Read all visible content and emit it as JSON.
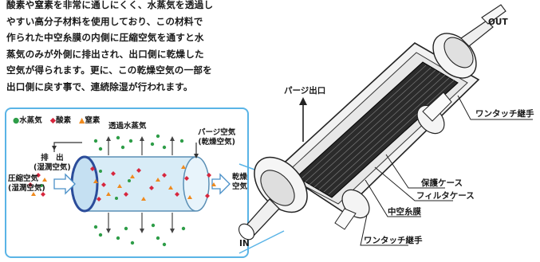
{
  "paragraph": [
    "酸素や窒素を非常に通しにくく、水蒸気を透過し",
    "やすい高分子材料を使用しており、この材料で",
    "作られた中空糸膜の内側に圧縮空気を通すと水",
    "蒸気のみが外側に排出され、出口側に乾燥した",
    "空気が得られます。更に、この乾燥空気の一部を",
    "出口側に戻す事で、連続除湿が行われます。"
  ],
  "legend": {
    "vapor_symbol": "●",
    "vapor": "水蒸気",
    "oxygen_symbol": "◆",
    "oxygen": "酸素",
    "nitrogen_symbol": "▲",
    "nitrogen": "窒素"
  },
  "inset": {
    "exhaust": "排　出",
    "exhaust_sub": "(湿潤空気)",
    "permeated": "透過水蒸気",
    "purge": "パージ空気",
    "purge_sub": "(乾燥空気)",
    "compressed": "圧縮空気",
    "compressed_sub": "(湿潤空気)",
    "dry": "乾燥",
    "dry2": "空気"
  },
  "device": {
    "out": "OUT",
    "in": "IN",
    "purge_outlet": "パージ出口",
    "one_touch_top": "ワンタッチ継手",
    "protective_case": "保護ケース",
    "filter_case": "フィルタケース",
    "hollow_fiber": "中空糸膜",
    "one_touch_bottom": "ワンタッチ継手"
  },
  "colors": {
    "vapor": "#2e9d48",
    "oxygen": "#d7263d",
    "nitrogen": "#ef8a1e",
    "frame": "#5ab4e6",
    "tube": "#d8ecf7"
  }
}
